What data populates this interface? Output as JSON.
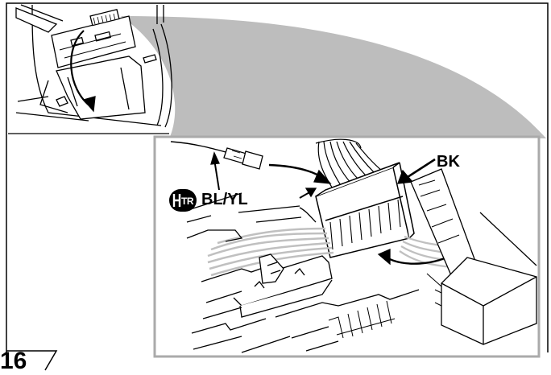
{
  "labels": {
    "connector": "BK",
    "wire_color": "BL/YL",
    "badge_text": "TR",
    "figure_number": "16"
  },
  "colors": {
    "line": "#000000",
    "frame": "#aaaaaa",
    "wedge": "#bdbdbd",
    "wires": "#c0c0c0"
  },
  "icons": {
    "badge": "harness-tr-icon"
  }
}
